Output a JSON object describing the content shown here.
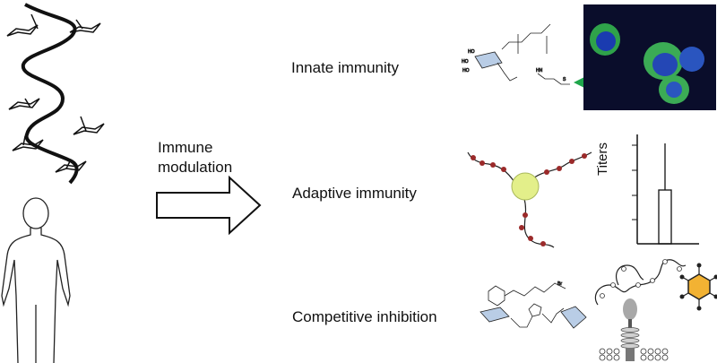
{
  "labels": {
    "innate": "Innate immunity",
    "adaptive": "Adaptive immunity",
    "competitive": "Competitive inhibition",
    "modulation_line1": "Immune",
    "modulation_line2": "modulation",
    "titers": "Titers"
  },
  "colors": {
    "fluor_green": "#2fa24a",
    "fluor_blue": "#1a3bb0",
    "sphere_yellow": "#e3ef8a",
    "bead_red": "#9b2a2a",
    "triangle_green": "#1fa64b",
    "hexagon_orange": "#f2b233",
    "sugar_blue": "#b9cde6"
  },
  "icons": [
    "glycopolymer-chain",
    "human-outline",
    "right-arrow",
    "micrograph",
    "star-polymer",
    "titer-bar-chart",
    "cell-membrane-receptor"
  ]
}
